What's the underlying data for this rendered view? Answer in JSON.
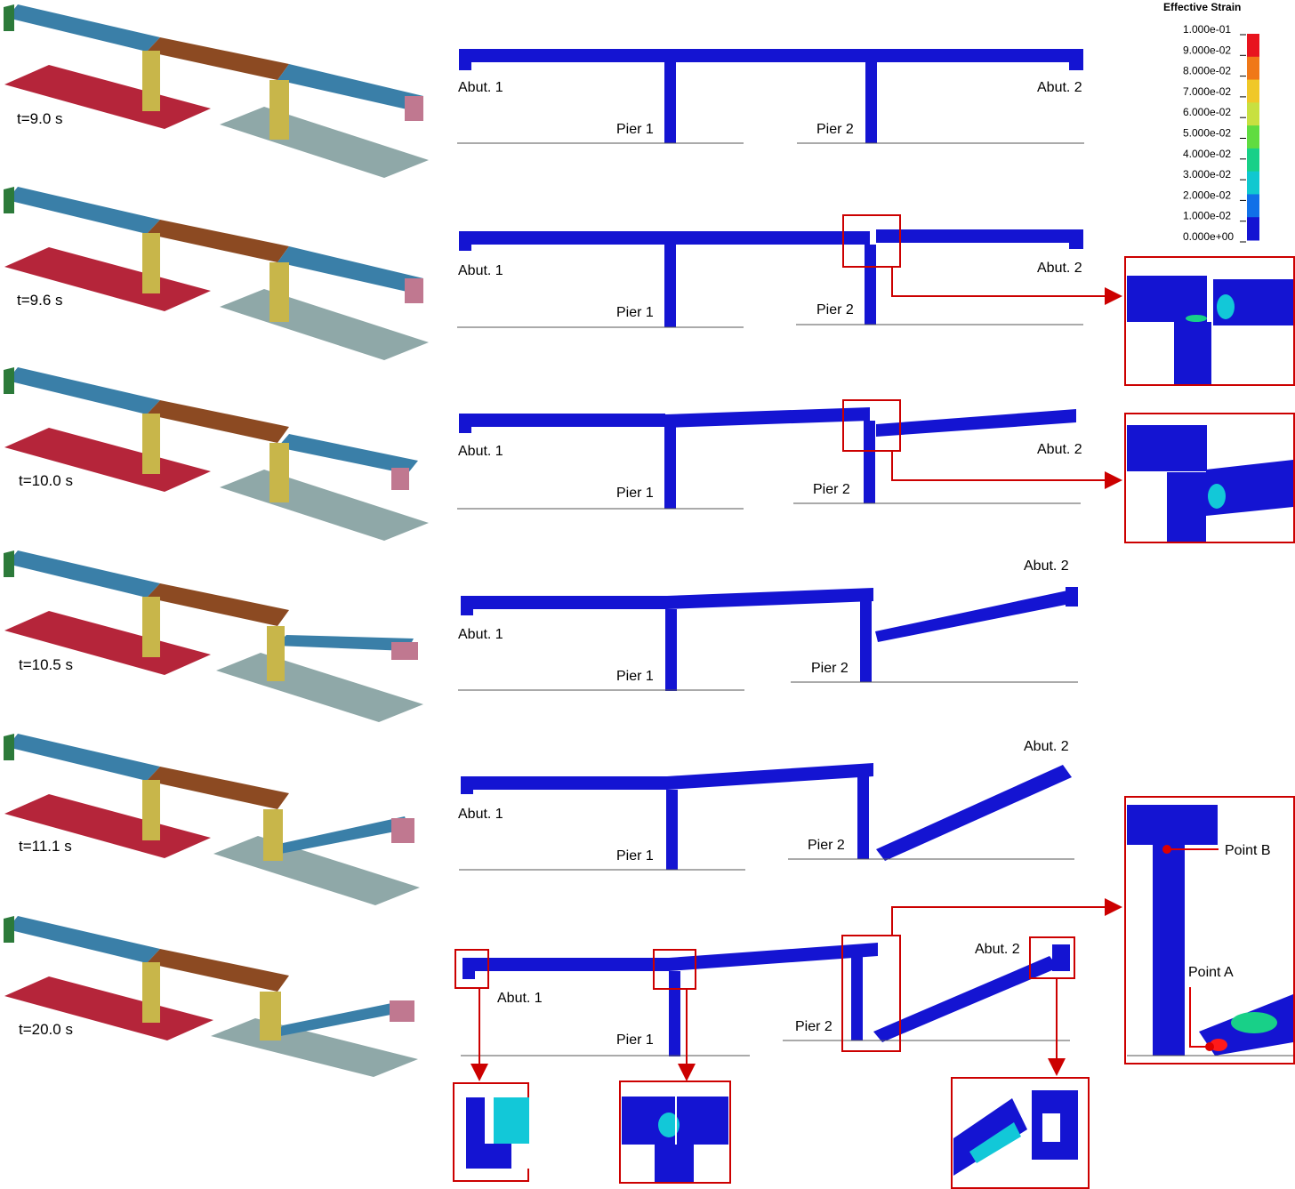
{
  "colors": {
    "strain_low": "#1414d2",
    "strain_mid": "#12c8d8",
    "strain_high": "#ff1a1a",
    "deck_blue": "#3a7fa8",
    "deck_brown": "#8c4a22",
    "pier_tan": "#c8b64a",
    "ground_red": "#b5253a",
    "ground_grey": "#8fa8a8",
    "highlight": "#cc0000"
  },
  "legend": {
    "title": "Effective Strain",
    "ticks": [
      "1.000e-01",
      "9.000e-02",
      "8.000e-02",
      "7.000e-02",
      "6.000e-02",
      "5.000e-02",
      "4.000e-02",
      "3.000e-02",
      "2.000e-02",
      "1.000e-02",
      "0.000e+00"
    ],
    "colors": [
      "#e8141e",
      "#f07818",
      "#f0c828",
      "#c8e040",
      "#60dc40",
      "#18d088",
      "#10c8d0",
      "#1070e8",
      "#1414d2"
    ]
  },
  "frames": [
    {
      "time": "t=9.0 s",
      "abut1": "Abut. 1",
      "abut2": "Abut. 2",
      "pier1": "Pier 1",
      "pier2": "Pier 2"
    },
    {
      "time": "t=9.6 s",
      "abut1": "Abut. 1",
      "abut2": "Abut. 2",
      "pier1": "Pier 1",
      "pier2": "Pier 2"
    },
    {
      "time": "t=10.0 s",
      "abut1": "Abut. 1",
      "abut2": "Abut. 2",
      "pier1": "Pier 1",
      "pier2": "Pier 2"
    },
    {
      "time": "t=10.5 s",
      "abut1": "Abut. 1",
      "abut2": "Abut. 2",
      "pier1": "Pier 1",
      "pier2": "Pier 2"
    },
    {
      "time": "t=11.1 s",
      "abut1": "Abut. 1",
      "abut2": "Abut. 2",
      "pier1": "Pier 1",
      "pier2": "Pier 2"
    },
    {
      "time": "t=20.0 s",
      "abut1": "Abut. 1",
      "abut2": "Abut. 2",
      "pier1": "Pier 1",
      "pier2": "Pier 2"
    }
  ],
  "detail": {
    "point_b": "Point B",
    "point_a": "Point A"
  }
}
